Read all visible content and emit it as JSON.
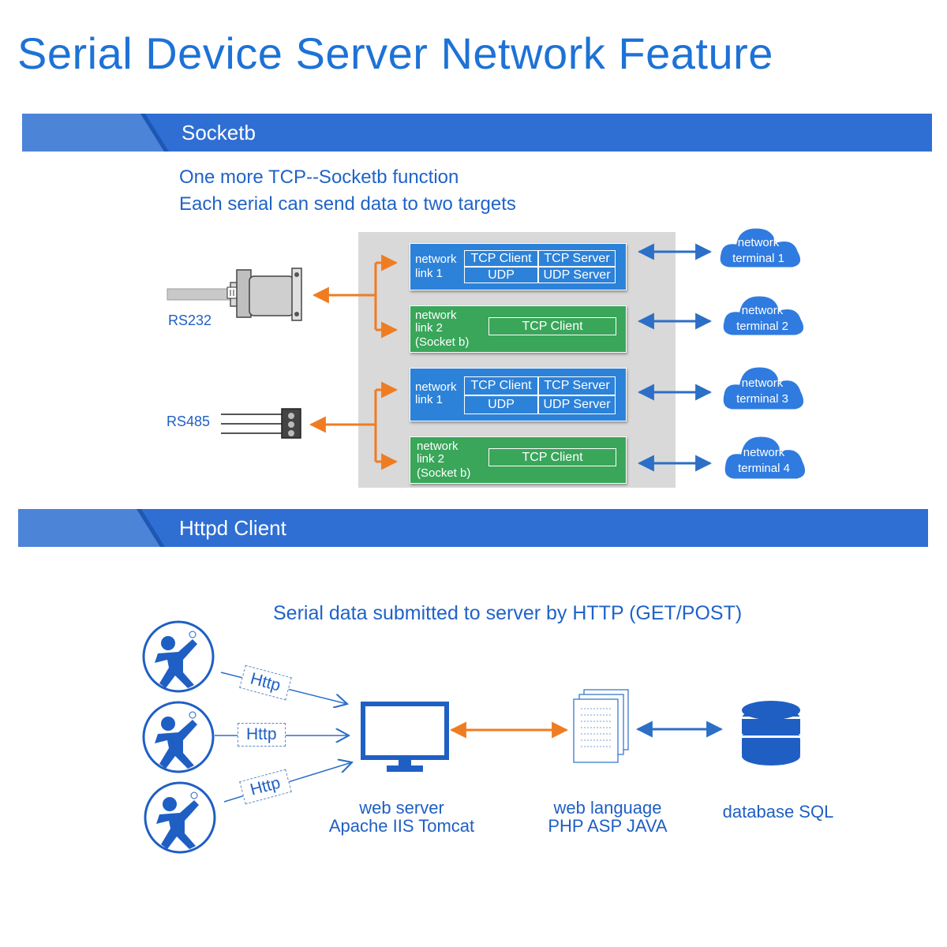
{
  "title": "Serial Device Server Network Feature",
  "sections": {
    "socketb": {
      "title": "Socketb",
      "desc_line1": "One more TCP--Socketb function",
      "desc_line2": "Each serial can send data to two targets"
    },
    "httpd": {
      "title": "Httpd Client",
      "subtitle": "Serial data submitted to server by HTTP (GET/POST)"
    }
  },
  "ports": {
    "rs232": "RS232",
    "rs485": "RS485"
  },
  "links": [
    {
      "l1": "network",
      "l2": "link 1",
      "c1": "TCP Client",
      "c2": "TCP Server",
      "c3": "UDP",
      "c4": "UDP Server"
    },
    {
      "l1": "network",
      "l2": "link 2",
      "l3": "(Socket b)",
      "mode": "TCP Client"
    },
    {
      "l1": "network",
      "l2": "link 1",
      "c1": "TCP Client",
      "c2": "TCP Server",
      "c3": "UDP",
      "c4": "UDP Server"
    },
    {
      "l1": "network",
      "l2": "link 2",
      "l3": "(Socket b)",
      "mode": "TCP Client"
    }
  ],
  "terminals": [
    {
      "l1": "network",
      "l2": "terminal 1"
    },
    {
      "l1": "network",
      "l2": "terminal 2"
    },
    {
      "l1": "network",
      "l2": "terminal 3"
    },
    {
      "l1": "network",
      "l2": "terminal 4"
    }
  ],
  "http_labels": [
    "Http",
    "Http",
    "Http"
  ],
  "web_server": {
    "line1": "web server",
    "line2": "Apache IIS Tomcat"
  },
  "web_language": {
    "line1": "web language",
    "line2": "PHP ASP JAVA"
  },
  "database": {
    "label": "database SQL"
  },
  "colors": {
    "accent": "#1d72d6",
    "bar": "#2f6fd3",
    "blue_box": "#2c82d9",
    "green_box": "#39a65a",
    "orange": "#f07c22"
  }
}
